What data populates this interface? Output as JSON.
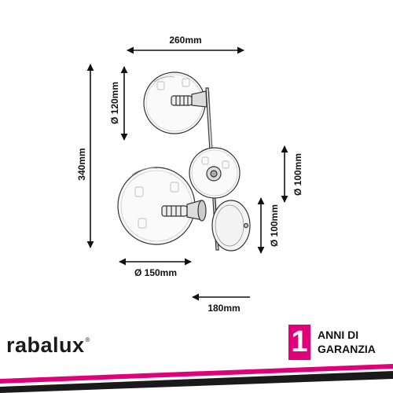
{
  "dimensions": {
    "width_total": "260mm",
    "height_total": "340mm",
    "depth": "180mm",
    "diameter_top_globe": "Ø 120mm",
    "diameter_middle_globe": "Ø 100mm",
    "diameter_lower_globe": "Ø 100mm",
    "diameter_bottom_globe": "Ø 150mm"
  },
  "brand": {
    "name": "rabalux",
    "registered": "®"
  },
  "warranty": {
    "years": "1",
    "line1": "ANNI DI",
    "line2": "GARANZIA"
  },
  "colors": {
    "magenta": "#e0007a",
    "dark": "#1a1a1a"
  }
}
